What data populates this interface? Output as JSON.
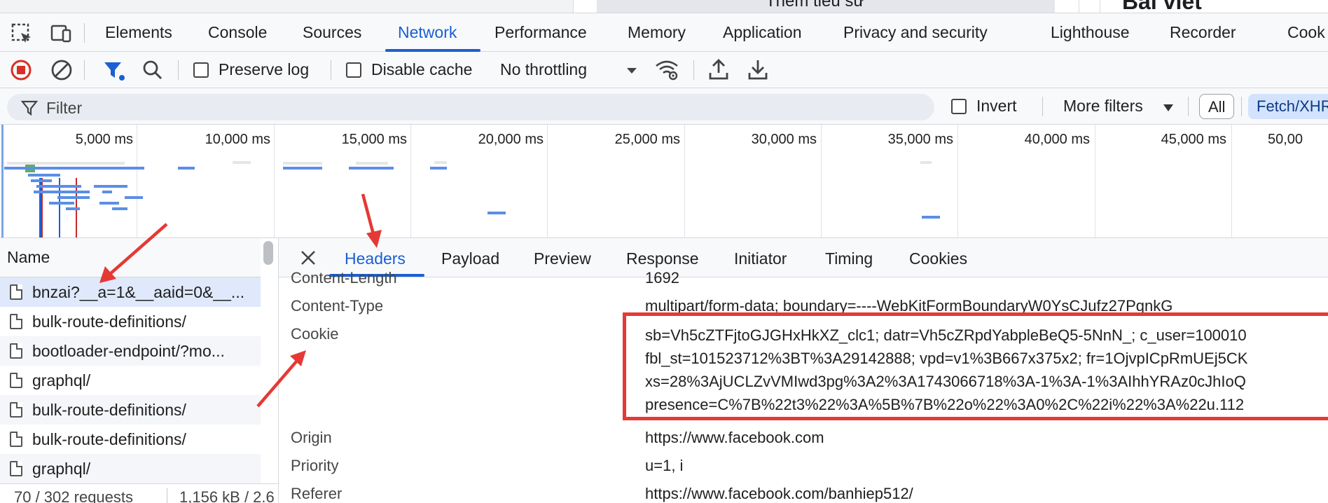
{
  "page_strip": {
    "partial_text_1": "Thêm tiểu sử",
    "partial_text_2": "Bài viết"
  },
  "main_tabs": [
    "Elements",
    "Console",
    "Sources",
    "Network",
    "Performance",
    "Memory",
    "Application",
    "Privacy and security",
    "Lighthouse",
    "Recorder",
    "Cook"
  ],
  "main_tabs_active": "Network",
  "toolbar": {
    "preserve_log": "Preserve log",
    "disable_cache": "Disable cache",
    "throttling": "No throttling"
  },
  "filter": {
    "placeholder": "Filter",
    "invert": "Invert",
    "more_filters": "More filters",
    "chip_all": "All",
    "chip_fetch": "Fetch/XHR"
  },
  "timeline": {
    "ticks": [
      "5,000 ms",
      "10,000 ms",
      "15,000 ms",
      "20,000 ms",
      "25,000 ms",
      "30,000 ms",
      "35,000 ms",
      "40,000 ms",
      "45,000 ms",
      "50,00"
    ]
  },
  "requests": {
    "header": "Name",
    "rows": [
      "bnzai?__a=1&__aaid=0&__...",
      "bulk-route-definitions/",
      "bootloader-endpoint/?mo...",
      "graphql/",
      "bulk-route-definitions/",
      "bulk-route-definitions/",
      "graphql/"
    ],
    "status_count": "70 / 302 requests",
    "status_size": "1,156 kB / 2.6"
  },
  "detail_tabs": [
    "Headers",
    "Payload",
    "Preview",
    "Response",
    "Initiator",
    "Timing",
    "Cookies"
  ],
  "detail_tabs_active": "Headers",
  "headers": {
    "content_length_key": "Content-Length",
    "content_length_val": "1692",
    "content_type_key": "Content-Type",
    "content_type_val": "multipart/form-data; boundary=----WebKitFormBoundaryW0YsCJufz27PqnkG",
    "cookie_key": "Cookie",
    "cookie_lines": [
      "sb=Vh5cZTFjtoGJGHxHkXZ_clc1; datr=Vh5cZRpdYabpleBeQ5-5NnN_; c_user=100010",
      "fbl_st=101523712%3BT%3A29142888; vpd=v1%3B667x375x2; fr=1OjvpICpRmUEj5CK",
      "xs=28%3AjUCLZvVMIwd3pg%3A2%3A1743066718%3A-1%3A-1%3AIhhYRAz0cJhIoQ",
      "presence=C%7B%22t3%22%3A%5B%7B%22o%22%3A0%2C%22i%22%3A%22u.112"
    ],
    "origin_key": "Origin",
    "origin_val": "https://www.facebook.com",
    "priority_key": "Priority",
    "priority_val": "u=1, i",
    "referer_key": "Referer",
    "referer_val": "https://www.facebook.com/banhiep512/"
  },
  "colors": {
    "accent": "#1a5fd4",
    "annotation_red": "#e53935",
    "record_red": "#d93025"
  }
}
